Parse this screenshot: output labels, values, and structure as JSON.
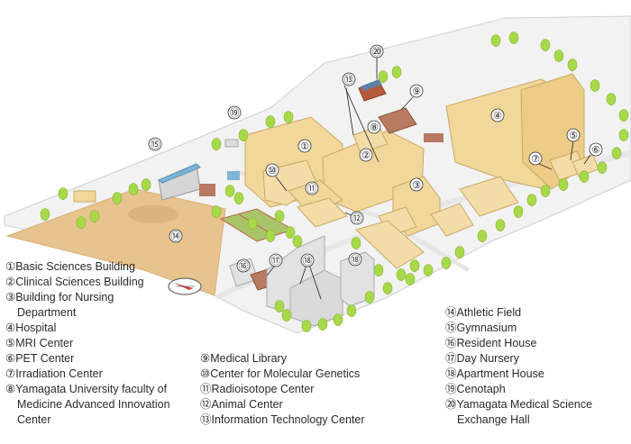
{
  "legend": {
    "col1": {
      "items": [
        "①Basic Sciences Building",
        "②Clinical Sciences Building",
        "③Building for Nursing",
        "Department",
        "④Hospital",
        "⑤MRI Center",
        "⑥PET Center",
        "⑦Irradiation Center",
        "⑧Yamagata University faculty of",
        "Medicine Advanced Innovation",
        "Center"
      ]
    },
    "col2": {
      "items": [
        "⑨Medical Library",
        "⑩Center for Molecular Genetics",
        "⑪Radioisotope Center",
        "⑫Animal Center",
        "⑬Information Technology Center"
      ]
    },
    "col3": {
      "items": [
        "⑭Athletic Field",
        "⑮Gymnasium",
        "⑯Resident House",
        "⑰Day Nursery",
        "⑱Apartment House",
        "⑲Cenotaph",
        "⑳Yamagata Medical Science",
        "Exchange Hall"
      ]
    }
  },
  "markers": {
    "m1": "①",
    "m2": "②",
    "m3": "③",
    "m4": "④",
    "m5": "⑤",
    "m6": "⑥",
    "m7": "⑦",
    "m8": "⑧",
    "m9": "⑨",
    "m10": "⑩",
    "m11": "⑪",
    "m12": "⑫",
    "m13": "⑬",
    "m14": "⑭",
    "m15": "⑮",
    "m16": "⑯",
    "m17": "⑰",
    "m18a": "⑱",
    "m18b": "⑱",
    "m19": "⑲",
    "m20": "⑳"
  },
  "colors": {
    "ground": "#f2f2f2",
    "field": "#e7c38d",
    "building": "#f1d79a",
    "tree": "#a8d94a",
    "apartment": "#e2e2e2"
  }
}
